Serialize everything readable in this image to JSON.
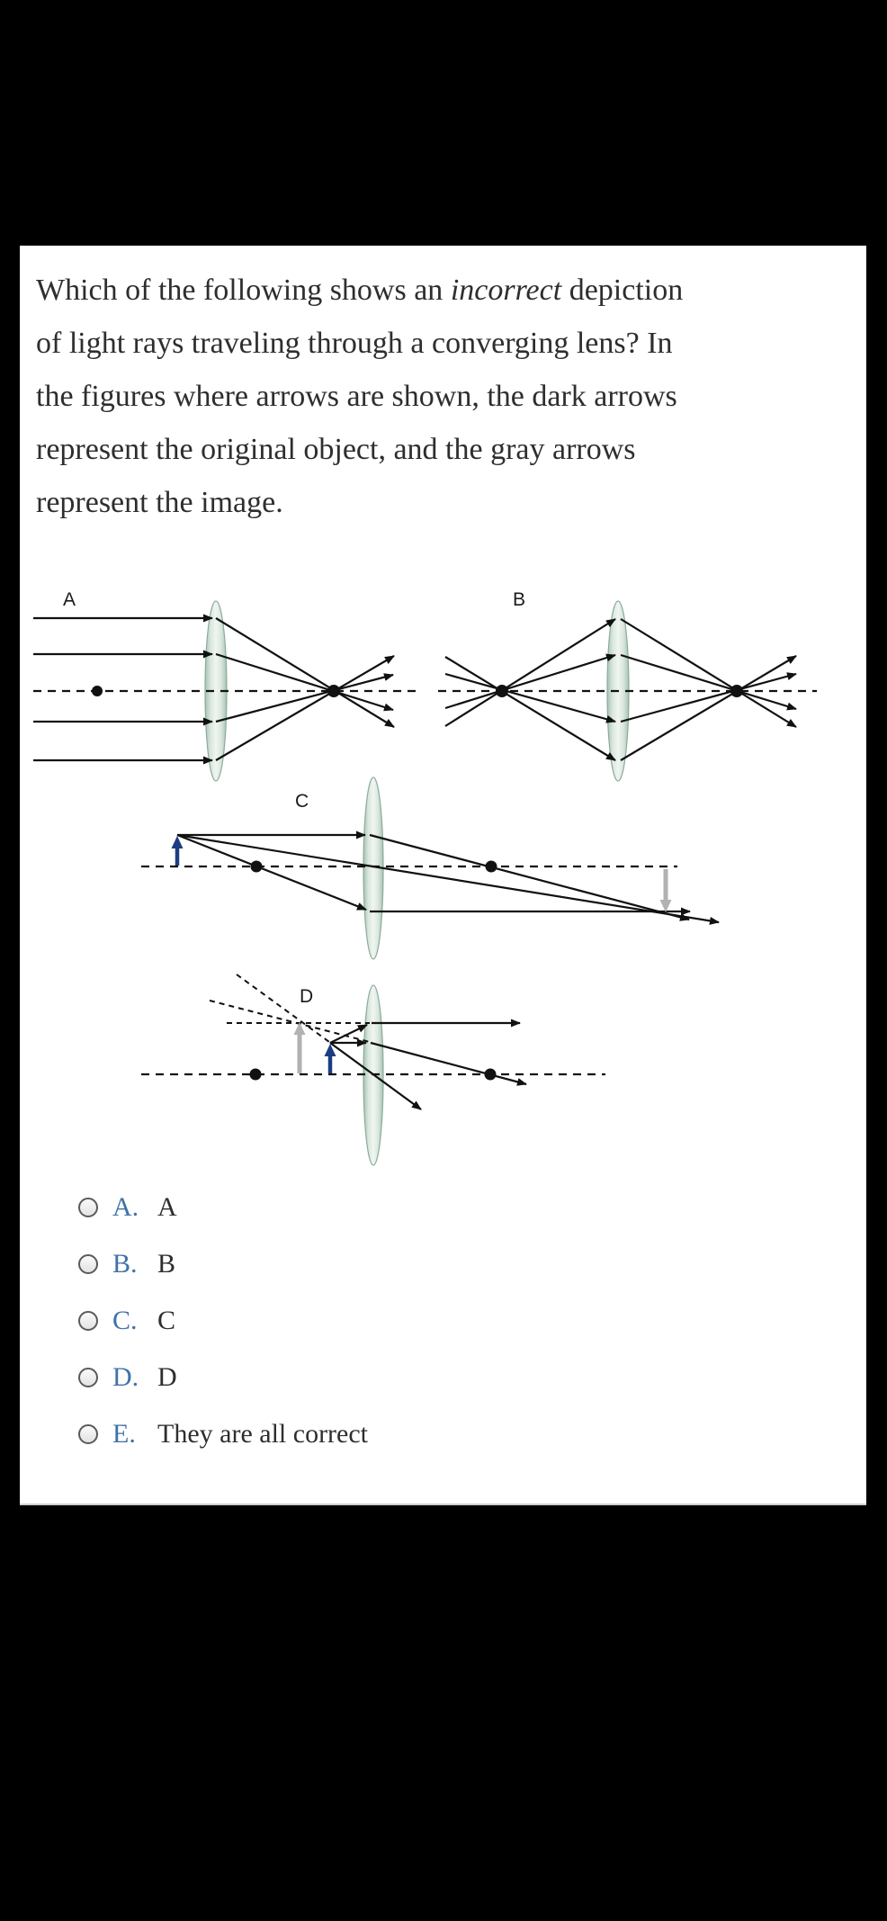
{
  "question": {
    "line1_pre": "Which of the following shows an ",
    "line1_italic": "incorrect",
    "line1_post": " depiction",
    "line2": "of light rays traveling through a converging lens? In",
    "line3": "the figures where arrows are shown, the dark arrows",
    "line4": "represent the original object, and the gray arrows",
    "line5": "represent the image."
  },
  "figures": [
    {
      "label": "A"
    },
    {
      "label": "B"
    },
    {
      "label": "C"
    },
    {
      "label": "D"
    }
  ],
  "options": [
    {
      "letter": "A.",
      "text": "A"
    },
    {
      "letter": "B.",
      "text": "B"
    },
    {
      "letter": "C.",
      "text": "C"
    },
    {
      "letter": "D.",
      "text": "D"
    },
    {
      "letter": "E.",
      "text": "They are all correct"
    }
  ],
  "colors": {
    "page_background": "#000000",
    "card_background": "#ffffff",
    "question_text": "#2e2e2e",
    "option_letter_blue": "#3f72a8",
    "ray_black": "#111111",
    "dark_object_arrow_navy": "#1c3e80",
    "gray_image_arrow": "#b2b2b2",
    "lens_edge_green": "#a5c3b2",
    "lens_center_green": "#f0f5f1"
  }
}
